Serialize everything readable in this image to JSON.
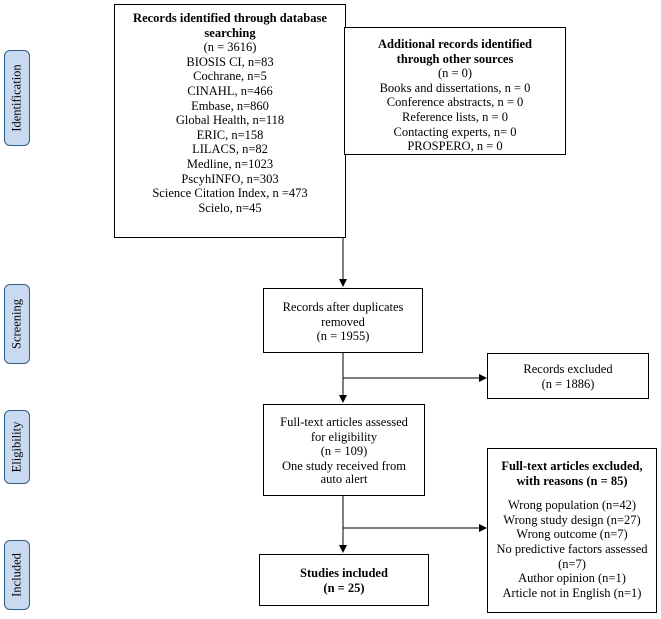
{
  "stages": [
    "Identification",
    "Screening",
    "Eligibility",
    "Included"
  ],
  "db_box": {
    "title1": "Records identified through database",
    "title2": "searching",
    "lines": [
      "(n = 3616)",
      "BIOSIS CI, n=83",
      "Cochrane, n=5",
      "CINAHL, n=466",
      "Embase, n=860",
      "Global Health, n=118",
      "ERIC, n=158",
      "LILACS, n=82",
      "Medline, n=1023",
      "PscyhINFO, n=303",
      "Science Citation Index, n =473",
      "Scielo, n=45"
    ]
  },
  "other_box": {
    "title1": "Additional records identified",
    "title2": "through other sources",
    "lines": [
      "(n = 0)",
      "Books and dissertations, n = 0",
      "Conference abstracts, n = 0",
      "Reference lists, n = 0",
      "Contacting experts, n= 0",
      "PROSPERO, n = 0"
    ]
  },
  "screen_box": {
    "lines": [
      "Records after duplicates",
      "removed",
      "(n = 1955)"
    ]
  },
  "excluded_box": {
    "lines": [
      "Records excluded",
      "(n = 1886)"
    ]
  },
  "eligible_box": {
    "lines": [
      "Full-text articles assessed",
      "for eligibility",
      "(n = 109)",
      "One study received from",
      "auto alert"
    ]
  },
  "fulltext_excluded_box": {
    "title1": "Full-text articles excluded,",
    "title2": "with reasons (n = 85)",
    "lines": [
      "Wrong population (n=42)",
      "Wrong study design (n=27)",
      "Wrong outcome (n=7)",
      "No predictive factors assessed",
      "(n=7)",
      "Author opinion (n=1)",
      "Article not in English (n=1)"
    ]
  },
  "included_box": {
    "title1": "Studies included",
    "title2": "(n = 25)"
  }
}
